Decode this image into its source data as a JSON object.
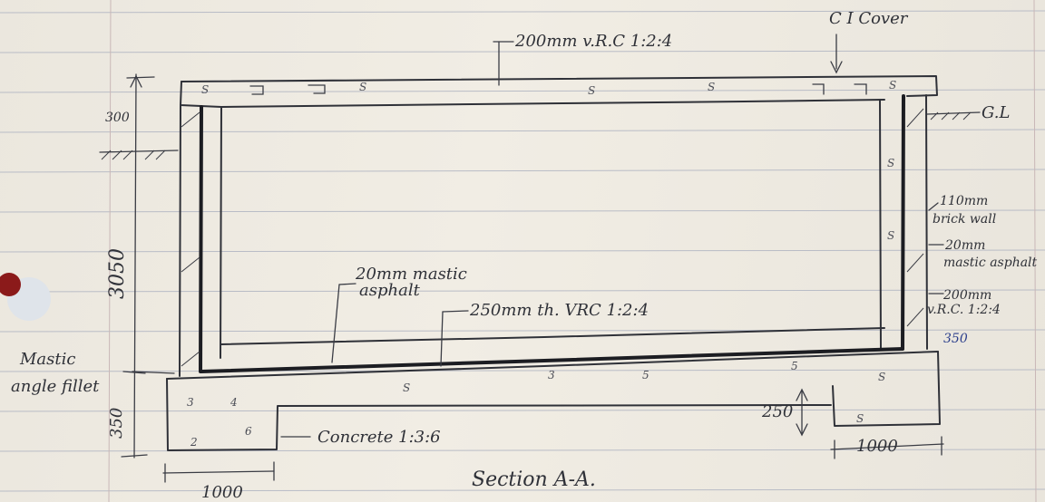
{
  "labels": {
    "cover_slab": "200mm v.R.C 1:2:4",
    "ci_cover": "C I Cover",
    "ground_level": "G.L",
    "brick_wall_1": "110mm",
    "brick_wall_2": "brick wall",
    "mastic_right_1": "20mm",
    "mastic_right_2": "mastic asphalt",
    "rc_wall_1": "200mm",
    "rc_wall_2": "v.R.C. 1:2:4",
    "wall_350": "350",
    "mastic_inner_1": "20mm mastic",
    "mastic_inner_2": "asphalt",
    "base_slab": "250mm th. VRC 1:2:4",
    "mastic_fillet_1": "Mastic",
    "mastic_fillet_2": "angle fillet",
    "concrete": "Concrete 1:3:6",
    "dim_300": "300",
    "dim_3050": "3050",
    "dim_350": "350",
    "dim_250": "250",
    "dim_1000_left": "1000",
    "dim_1000_right": "1000",
    "section_title": "Section A-A."
  },
  "aggregate_marks": [
    "S",
    "3",
    "4",
    "6",
    "2",
    "5"
  ]
}
